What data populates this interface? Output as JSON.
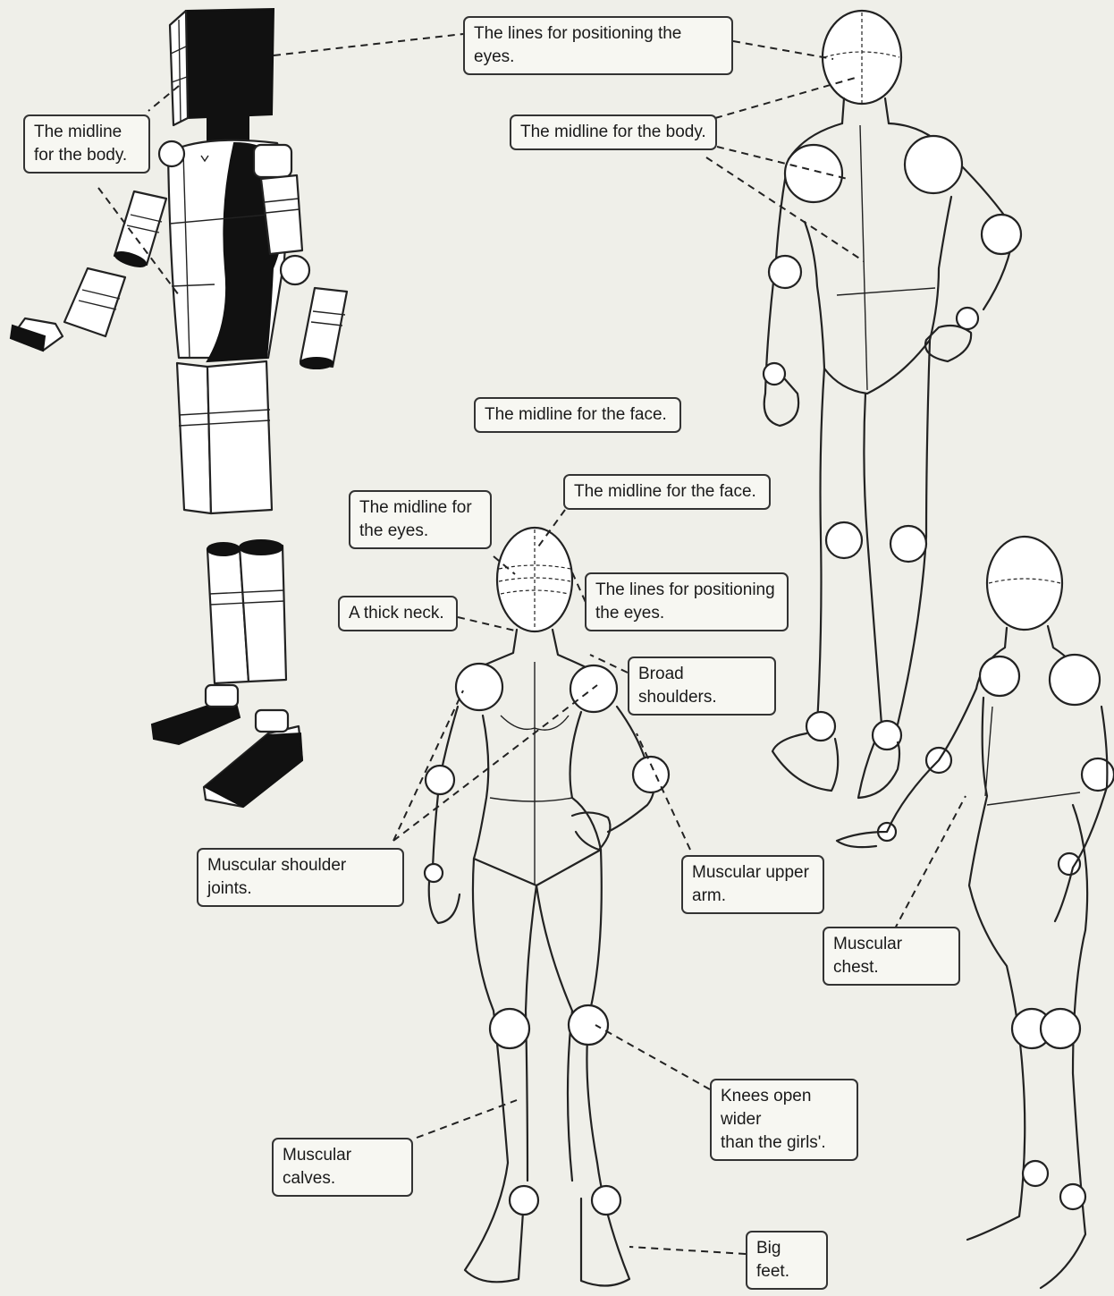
{
  "labels": {
    "block_midline_body": "The midline\nfor the body.",
    "back_eyes_lines": "The lines for positioning the eyes.",
    "back_midline_body": "The midline for the body.",
    "face_midline_top": "The midline for the face.",
    "eyes_midline": "The midline for\nthe eyes.",
    "face_midline": "The midline for the face.",
    "eyes_lines": "The lines for positioning\nthe eyes.",
    "thick_neck": "A thick neck.",
    "broad_shoulders": "Broad shoulders.",
    "shoulder_joints": "Muscular shoulder joints.",
    "upper_arm": "Muscular upper\narm.",
    "chest": "Muscular chest.",
    "knees": "Knees open wider\nthan the girls'.",
    "calves": "Muscular calves.",
    "feet": "Big feet."
  }
}
